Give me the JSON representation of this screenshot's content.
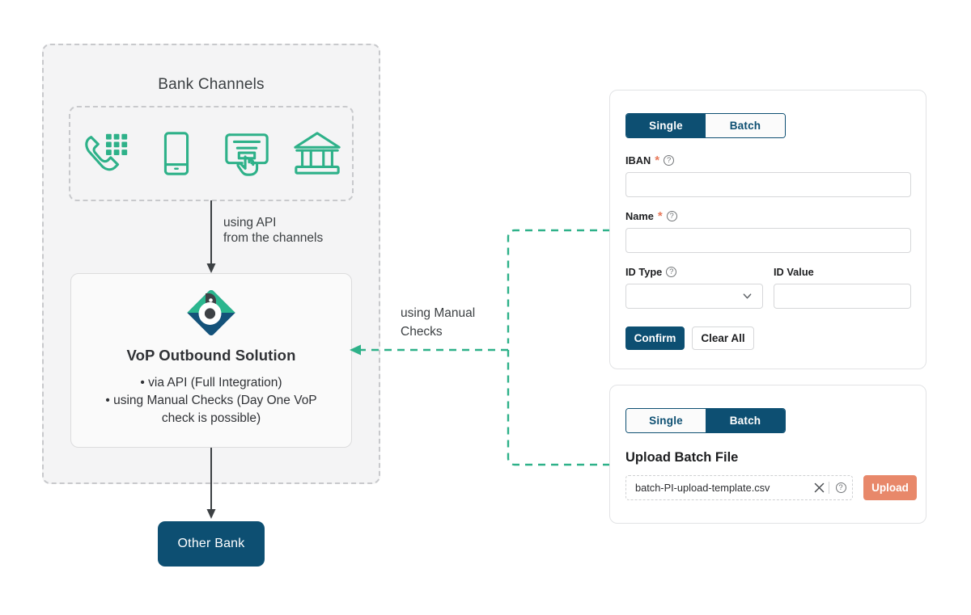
{
  "colors": {
    "navy": "#0d4f72",
    "teal": "#2eb189",
    "coral": "#e8886a",
    "panel_bg": "#f4f4f5",
    "text": "#3c4043"
  },
  "diagram": {
    "bank_channels": {
      "title": "Bank Channels",
      "channel_icons": [
        "phone-keypad-icon",
        "mobile-phone-icon",
        "atm-touchscreen-icon",
        "bank-building-icon"
      ]
    },
    "api_arrow_label": "using API\nfrom the channels",
    "manual_arrow_label": "using Manual\nChecks",
    "vop_card": {
      "logo": "vop-brand-logo",
      "title": "VoP Outbound Solution",
      "bullets": [
        "•  via API (Full Integration)",
        "•  using Manual Checks (Day One VoP\ncheck is possible)"
      ]
    },
    "other_bank": {
      "label": "Other Bank"
    }
  },
  "single_panel": {
    "tabs": [
      {
        "label": "Single",
        "active": true
      },
      {
        "label": "Batch",
        "active": false
      }
    ],
    "fields": {
      "iban": {
        "label": "IBAN",
        "required": true,
        "help": "?",
        "value": "",
        "placeholder": ""
      },
      "name": {
        "label": "Name",
        "required": true,
        "help": "?",
        "value": "",
        "placeholder": ""
      },
      "id_type": {
        "label": "ID Type",
        "required": false,
        "help": "?",
        "value": "",
        "placeholder": "",
        "chevron": "chevron-down-icon"
      },
      "id_value": {
        "label": "ID Value",
        "required": false,
        "value": "",
        "placeholder": ""
      }
    },
    "buttons": {
      "confirm": "Confirm",
      "clear_all": "Clear All"
    }
  },
  "batch_panel": {
    "tabs": [
      {
        "label": "Single",
        "active": false
      },
      {
        "label": "Batch",
        "active": true
      }
    ],
    "heading": "Upload Batch File",
    "file": {
      "name": "batch-PI-upload-template.csv",
      "clear_icon": "close-icon",
      "help_icon": "question-mark-icon"
    },
    "upload_button": "Upload"
  }
}
